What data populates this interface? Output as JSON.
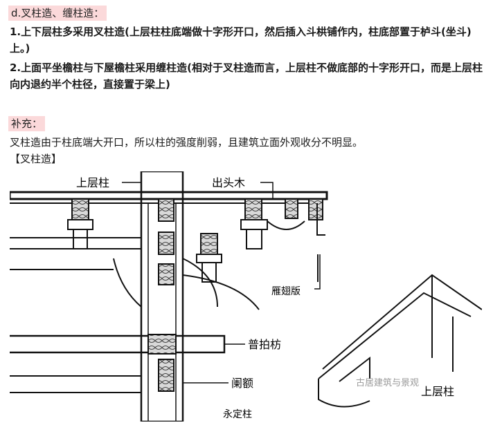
{
  "section_heading": "d.叉柱造、缠柱造：",
  "rules": [
    "1.上下层柱多采用叉柱造(上层柱柱底端做十字形开口，然后插入斗栱铺作内，柱底部置于栌斗(坐斗)上。)",
    "2.上面平坐檐柱与下屋檐柱采用缠柱造(相对于叉柱造而言，上层柱不做底部的十字形开口，而是上层柱向内退约半个柱径，直接置于梁上)"
  ],
  "supplement_heading": "补充：",
  "supplement_text": "叉柱造由于柱底端大开口，所以柱的强度削弱，且建筑立面外观收分不明显。",
  "figure_caption": "【叉柱造】",
  "figure": {
    "labels": {
      "upper_column": "上层柱",
      "protruding_wood": "出头木",
      "wing_board": "雁翅版",
      "puhai_fang": "普拍枋",
      "lan_e": "阑额",
      "lower_column_partial": "永定柱",
      "detail_upper_column": "上层柱",
      "watermark": "古居建筑与景观"
    },
    "colors": {
      "line": "#1a1a1a",
      "wood": "#555555"
    }
  }
}
